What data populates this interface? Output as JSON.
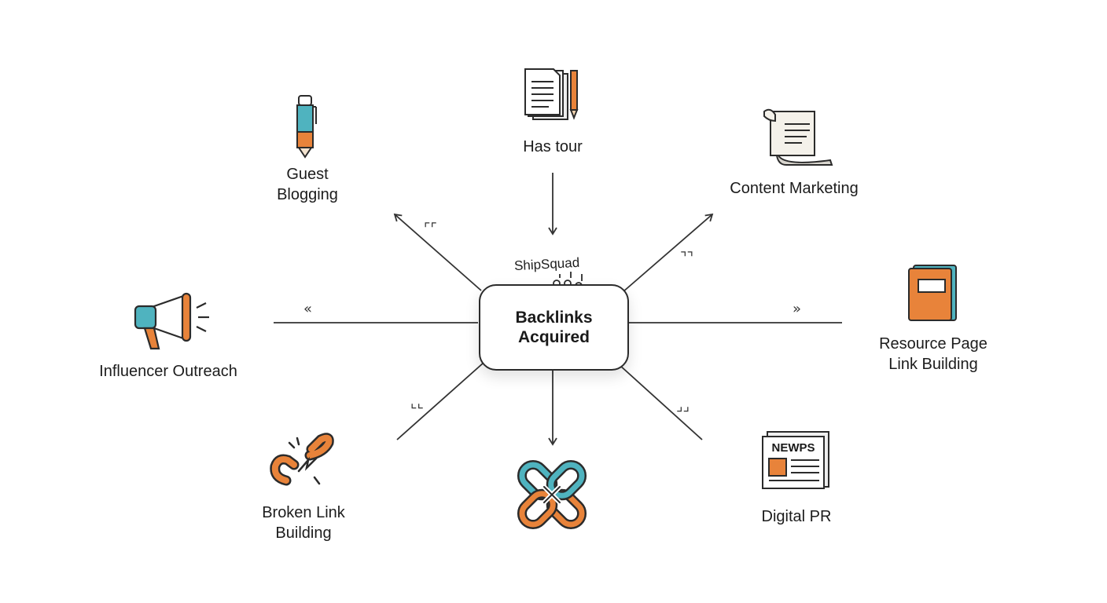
{
  "center": {
    "label": "Backlinks\nAcquired",
    "brand": "ShipSquad"
  },
  "nodes": [
    {
      "key": "top",
      "label": "Has tour",
      "icon": "documents-pencil-icon"
    },
    {
      "key": "guest",
      "label": "Guest\nBlogging",
      "icon": "pen-icon"
    },
    {
      "key": "content",
      "label": "Content Marketing",
      "icon": "scroll-document-icon"
    },
    {
      "key": "influencer",
      "label": "Influencer Outreach",
      "icon": "megaphone-icon"
    },
    {
      "key": "resource",
      "label": "Resource Page\nLink Building",
      "icon": "book-icon"
    },
    {
      "key": "broken",
      "label": "Broken Link\nBuilding",
      "icon": "broken-chain-icon"
    },
    {
      "key": "bottom",
      "label": "",
      "icon": "crossed-chain-links-icon"
    },
    {
      "key": "digitalpr",
      "label": "Digital PR",
      "icon": "newspaper-icon",
      "badge": "NEWPS"
    }
  ],
  "colors": {
    "orange": "#e8833a",
    "teal": "#4fb3bf",
    "ink": "#2b2b2b",
    "paper": "#f4f1ea"
  }
}
